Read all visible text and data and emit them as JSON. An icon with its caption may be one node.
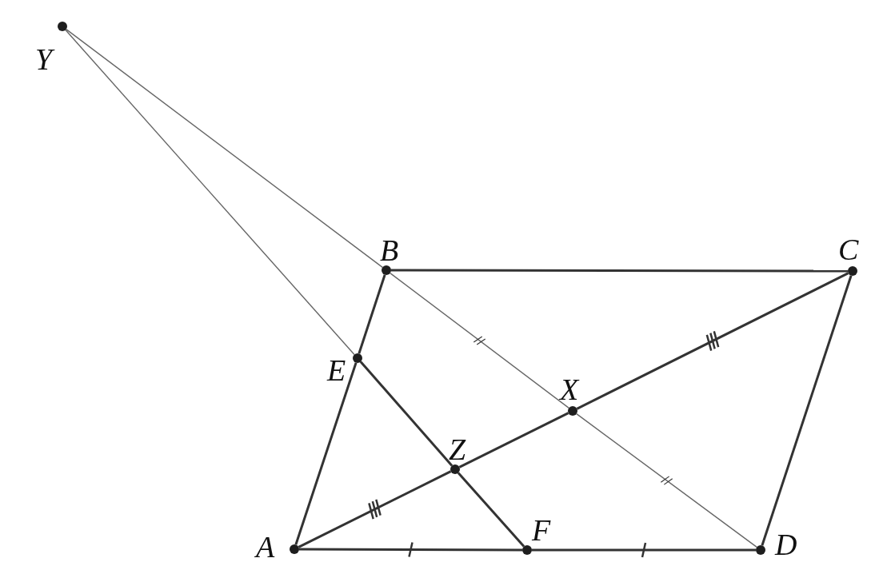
{
  "diagram": {
    "nodes": [
      {
        "text": [],
        "shape": "circle",
        "beside": [
          "Y"
        ]
      },
      {
        "text": [],
        "shape": "circle",
        "beside": [
          "B"
        ]
      },
      {
        "text": [],
        "shape": "circle",
        "beside": [
          "C"
        ]
      },
      {
        "text": [],
        "shape": "circle",
        "beside": [
          "E"
        ]
      },
      {
        "text": [],
        "shape": "circle",
        "beside": [
          "X"
        ]
      },
      {
        "text": [],
        "shape": "circle",
        "beside": [
          "Z"
        ]
      },
      {
        "text": [],
        "shape": "circle",
        "beside": [
          "A"
        ]
      },
      {
        "text": [],
        "shape": "circle",
        "beside": [
          "F"
        ]
      },
      {
        "text": [],
        "shape": "circle",
        "beside": [
          "D"
        ]
      }
    ],
    "edges": [
      {
        "from": 6,
        "to": 3,
        "arrow": "none"
      },
      {
        "from": 3,
        "to": 1,
        "arrow": "none"
      },
      {
        "from": 1,
        "to": 2,
        "arrow": "none"
      },
      {
        "from": 2,
        "to": 8,
        "arrow": "none"
      },
      {
        "from": 6,
        "to": 7,
        "arrow": "none"
      },
      {
        "from": 7,
        "to": 8,
        "arrow": "none"
      },
      {
        "from": 6,
        "to": 5,
        "arrow": "none"
      },
      {
        "from": 5,
        "to": 4,
        "arrow": "none"
      },
      {
        "from": 4,
        "to": 2,
        "arrow": "none"
      },
      {
        "from": 3,
        "to": 5,
        "arrow": "none"
      },
      {
        "from": 5,
        "to": 7,
        "arrow": "none"
      },
      {
        "from": 0,
        "to": 1,
        "arrow": "none",
        "color": "#666666"
      },
      {
        "from": 1,
        "to": 4,
        "arrow": "none",
        "color": "#666666"
      },
      {
        "from": 4,
        "to": 8,
        "arrow": "none",
        "color": "#666666"
      },
      {
        "from": 0,
        "to": 3,
        "arrow": "none",
        "color": "#666666"
      }
    ]
  }
}
